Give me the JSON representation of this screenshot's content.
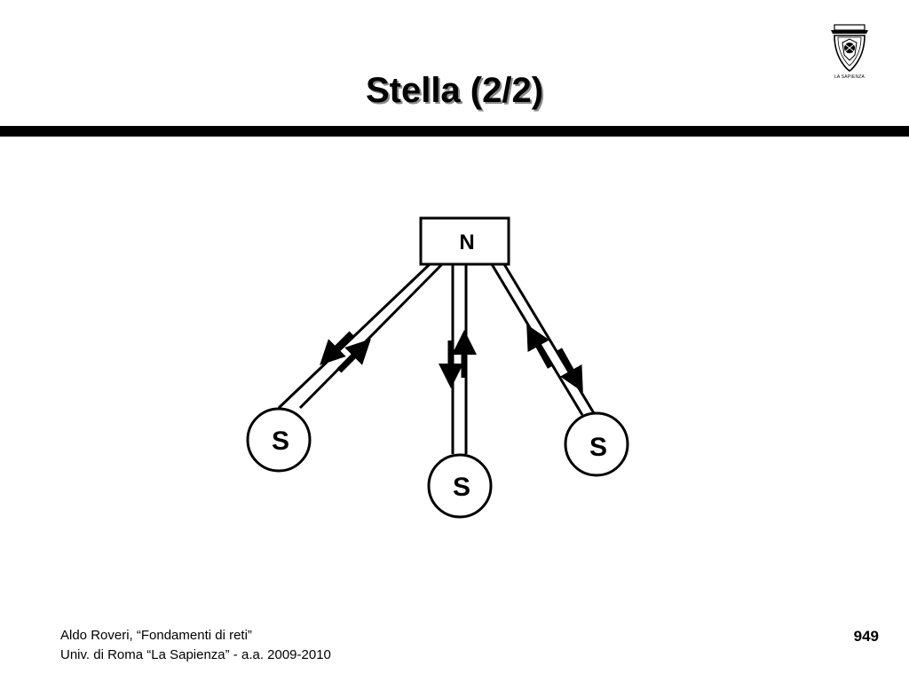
{
  "slide": {
    "title": "Stella (2/2)",
    "logo_caption": "LA SAPIENZA"
  },
  "diagram": {
    "hub_label": "N",
    "stations": [
      {
        "label": "S"
      },
      {
        "label": "S"
      },
      {
        "label": "S"
      }
    ]
  },
  "footer": {
    "line1": "Aldo Roveri, “Fondamenti di reti”",
    "line2": "Univ. di Roma “La Sapienza” - a.a. 2009-2010",
    "page_number": "949"
  }
}
